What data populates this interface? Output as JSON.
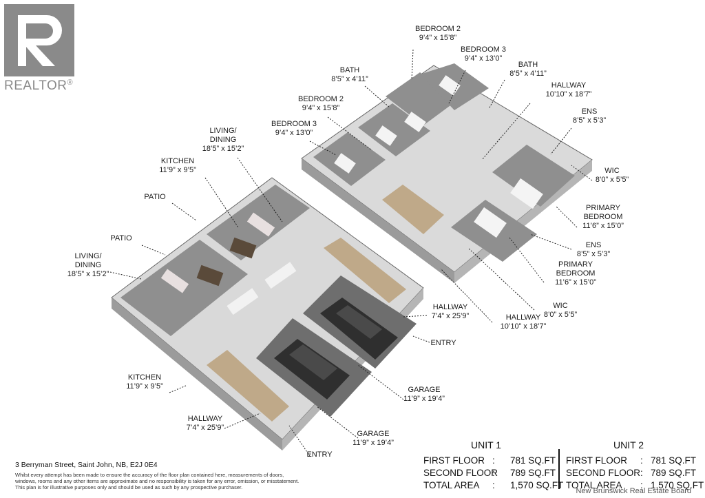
{
  "brand": {
    "logo_text": "REALTOR",
    "registered_mark": "®"
  },
  "rooms": [
    {
      "name": "BEDROOM 2",
      "dim": "9’4” x 15’8”"
    },
    {
      "name": "BEDROOM 3",
      "dim": "9’4” x 13’0”"
    },
    {
      "name": "BATH",
      "dim": "8’5” x 4’11”"
    },
    {
      "name": "HALLWAY",
      "dim": "10’10” x 18’7”"
    },
    {
      "name": "BATH",
      "dim": "8’5” x 4’11”"
    },
    {
      "name": "BEDROOM 2",
      "dim": "9’4” x 15’8”"
    },
    {
      "name": "ENS",
      "dim": "8’5” x 5’3”"
    },
    {
      "name": "BEDROOM 3",
      "dim": "9’4” x 13’0”"
    },
    {
      "name": "LIVING/\nDINING",
      "dim": "18’5” x 15’2”"
    },
    {
      "name": "KITCHEN",
      "dim": "11’9” x 9’5”"
    },
    {
      "name": "WIC",
      "dim": "8’0” x 5’5”"
    },
    {
      "name": "PATIO",
      "dim": ""
    },
    {
      "name": "PRIMARY\nBEDROOM",
      "dim": "11’6” x 15’0”"
    },
    {
      "name": "PATIO",
      "dim": ""
    },
    {
      "name": "ENS",
      "dim": "8’5” x 5’3”"
    },
    {
      "name": "LIVING/\nDINING",
      "dim": "18’5” x 15’2”"
    },
    {
      "name": "PRIMARY\nBEDROOM",
      "dim": "11’6” x 15’0”"
    },
    {
      "name": "WIC",
      "dim": "8’0” x 5’5”"
    },
    {
      "name": "HALLWAY",
      "dim": "7’4” x 25’9”"
    },
    {
      "name": "HALLWAY",
      "dim": "10’10” x 18’7”"
    },
    {
      "name": "ENTRY",
      "dim": ""
    },
    {
      "name": "KITCHEN",
      "dim": "11’9” x 9’5”"
    },
    {
      "name": "GARAGE",
      "dim": "11’9” x 19’4”"
    },
    {
      "name": "HALLWAY",
      "dim": "7’4” x 25’9”"
    },
    {
      "name": "GARAGE",
      "dim": "11’9” x 19’4”"
    },
    {
      "name": "ENTRY",
      "dim": ""
    }
  ],
  "address": "3 Berryman Street, Saint John, NB, E2J 0E4",
  "disclaimer": [
    "Whilst every attempt has been made to ensure the accuracy of the floor plan contained here, measurements of doors,",
    "windows, rooms and any other items are approximate and no responsibility is taken for any error, omission, or misstatement.",
    "This plan is for illustrative purposes only and should be used as such by any prospective purchaser."
  ],
  "units": [
    {
      "title": "UNIT 1",
      "rows": [
        {
          "label": "FIRST FLOOR",
          "sep": ":",
          "value": "781 SQ.FT"
        },
        {
          "label": "SECOND FLOOR",
          "sep": ":",
          "value": "789 SQ.FT"
        },
        {
          "label": "TOTAL AREA",
          "sep": ":",
          "value": "1,570 SQ.FT"
        }
      ]
    },
    {
      "title": "UNIT 2",
      "rows": [
        {
          "label": "FIRST FLOOR",
          "sep": ":",
          "value": "781 SQ.FT"
        },
        {
          "label": "SECOND FLOOR",
          "sep": ":",
          "value": "789 SQ.FT"
        },
        {
          "label": "TOTAL AREA",
          "sep": ":",
          "value": "1,570 SQ.FT"
        }
      ]
    }
  ],
  "footer": "New Brunswick Real Estate Board"
}
